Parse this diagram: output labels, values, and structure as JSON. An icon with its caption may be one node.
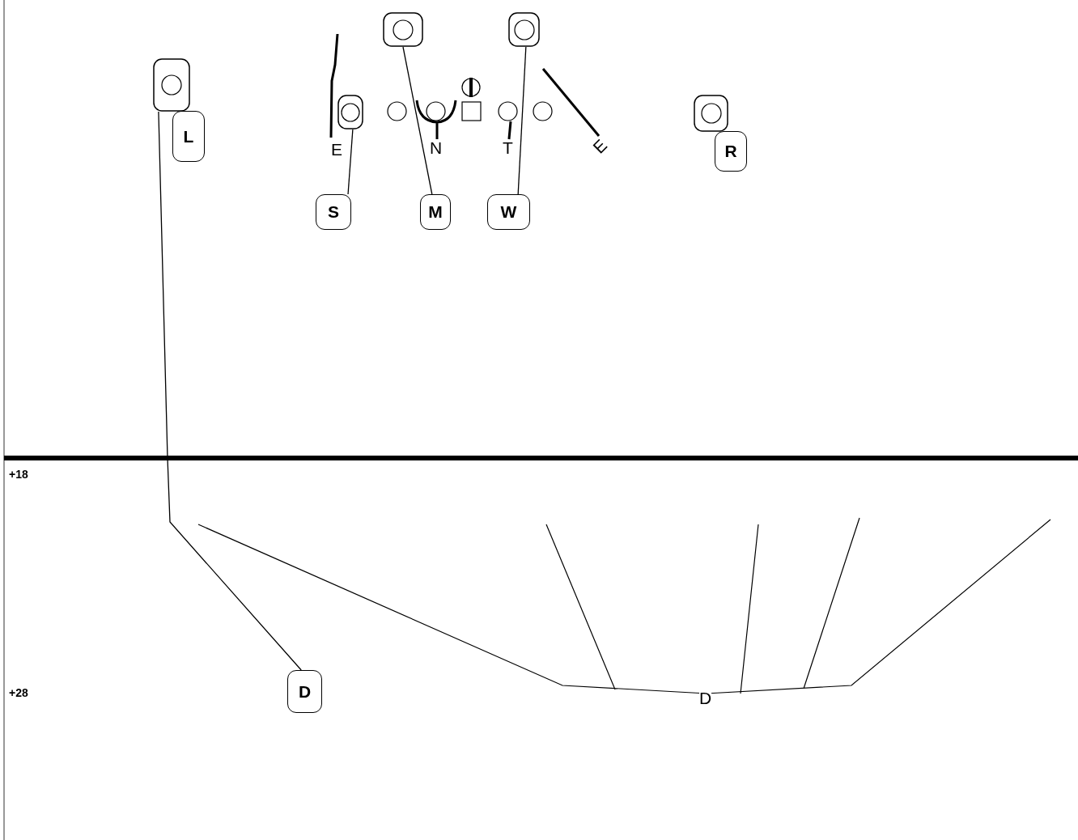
{
  "diagram": {
    "nodes": [
      {
        "text": [],
        "shape": "box"
      },
      {
        "text": [],
        "shape": "circle",
        "in": 0
      },
      {
        "text": [],
        "shape": "box"
      },
      {
        "text": [],
        "shape": "circle",
        "in": 2
      },
      {
        "text": [],
        "shape": "box"
      },
      {
        "text": [],
        "shape": "circle",
        "in": 4
      },
      {
        "text": [],
        "shape": "circle"
      },
      {
        "text": [],
        "shape": "box"
      },
      {
        "text": [],
        "shape": "circle",
        "in": 7
      },
      {
        "text": [],
        "shape": "circle"
      },
      {
        "text": [],
        "shape": "circle"
      },
      {
        "text": [],
        "shape": "box"
      },
      {
        "text": [],
        "shape": "circle"
      },
      {
        "text": [],
        "shape": "circle"
      },
      {
        "text": [],
        "shape": "box"
      },
      {
        "text": [],
        "shape": "circle",
        "in": 14
      },
      {
        "text": [
          "L"
        ]
      },
      {
        "text": [
          "E"
        ]
      },
      {
        "text": [
          "N"
        ]
      },
      {
        "text": [
          "T"
        ]
      },
      {
        "text": [
          "E"
        ]
      },
      {
        "text": [
          "R"
        ]
      },
      {
        "text": [
          "S"
        ]
      },
      {
        "text": [
          "M"
        ]
      },
      {
        "text": [
          "W"
        ]
      },
      {
        "text": [
          "D"
        ]
      }
    ],
    "edges": [
      {
        "from": 22,
        "to": 7,
        "arrow": "none"
      },
      {
        "from": 23,
        "to": 0,
        "arrow": "none"
      },
      {
        "from": 24,
        "to": 2,
        "arrow": "none"
      },
      {
        "from": 25,
        "to": 4,
        "arrow": "none"
      },
      {
        "from": 18,
        "to": 10,
        "arrow": "none"
      },
      {
        "from": 19,
        "to": 12,
        "arrow": "none"
      }
    ],
    "labels": [
      "+18",
      "+28",
      "D"
    ]
  }
}
